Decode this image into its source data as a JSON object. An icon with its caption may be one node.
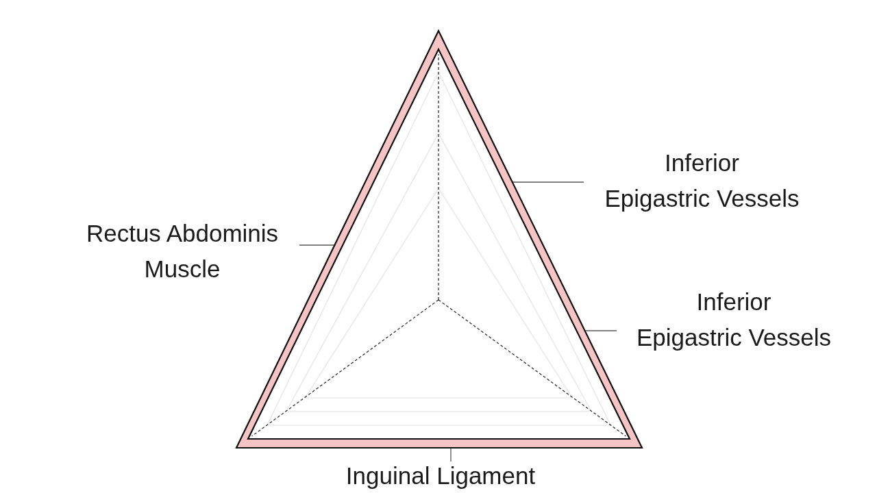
{
  "diagram": {
    "nodes": [
      {
        "text": [],
        "shape": "triangle"
      },
      {
        "text": [
          "Inferior Epigastric Vessels"
        ]
      },
      {
        "text": [
          "Rectus Abdominis Muscle"
        ]
      },
      {
        "text": [
          "Inferior Epigastric Vessels"
        ]
      },
      {
        "text": [
          "Inguinal Ligament"
        ]
      }
    ],
    "edges": [
      {
        "from": 1,
        "to": 0,
        "arrow": "none"
      },
      {
        "from": 2,
        "to": 0,
        "arrow": "none"
      },
      {
        "from": 3,
        "to": 0,
        "arrow": "none"
      },
      {
        "from": 4,
        "to": 0,
        "arrow": "none"
      }
    ]
  }
}
